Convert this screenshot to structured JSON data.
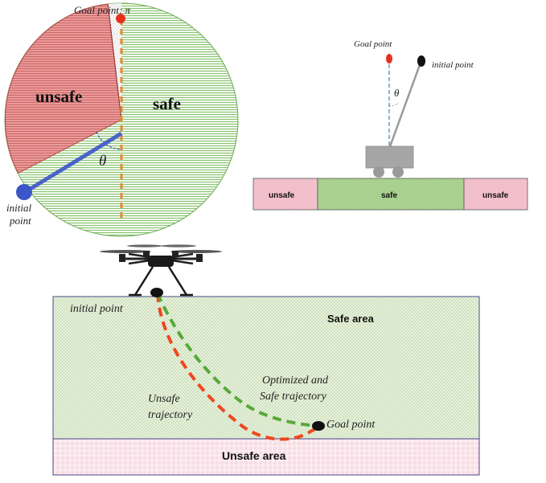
{
  "circle_panel": {
    "goal_label": "Goal point: π",
    "unsafe_label": "unsafe",
    "safe_label": "safe",
    "theta_label": "θ",
    "initial_label_line1": "initial",
    "initial_label_line2": "point"
  },
  "cart_panel": {
    "goal_label": "Goal point",
    "initial_label": "initial point",
    "theta_label": "θ",
    "unsafe_left_label": "unsafe",
    "safe_label": "safe",
    "unsafe_right_label": "unsafe"
  },
  "drone_panel": {
    "initial_label": "initial point",
    "safe_area_label": "Safe area",
    "unsafe_area_label": "Unsafe area",
    "optimized_label_line1": "Optimized and",
    "optimized_label_line2": "Safe trajectory",
    "unsafe_traj_line1": "Unsafe",
    "unsafe_traj_line2": "trajectory",
    "goal_label": "Goal point"
  },
  "colors": {
    "safe_green": "#4caf50",
    "unsafe_red": "#d95a5a",
    "trajectory_safe": "#58a83a",
    "trajectory_unsafe": "#f0461e",
    "initial_blue": "#3a56c7",
    "goal_red": "#e53020",
    "pendulum_axis": "#e5882a"
  }
}
